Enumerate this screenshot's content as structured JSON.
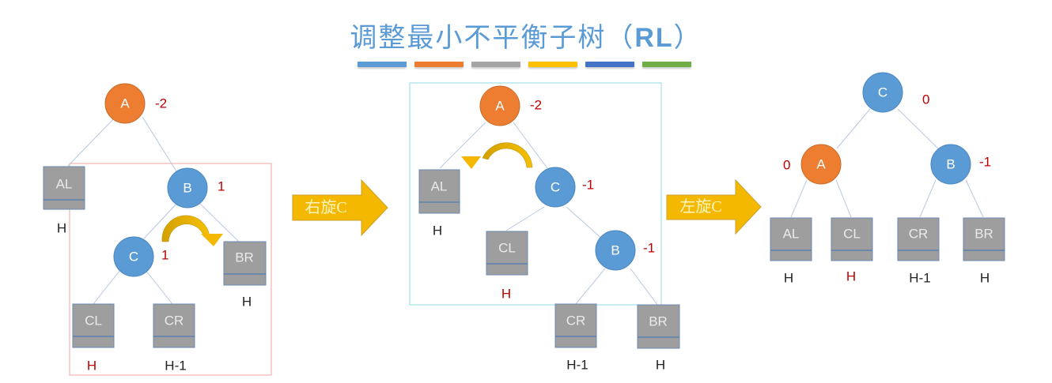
{
  "title": {
    "main": "调整最小不平衡子树（",
    "suffix": "RL",
    "close": "）"
  },
  "color_bars": [
    "#5b9bd5",
    "#ed7d31",
    "#a5a5a5",
    "#ffc000",
    "#4472c4",
    "#70ad47"
  ],
  "colors": {
    "orange_node": "#ed7d31",
    "blue_node": "#5b9bd5",
    "subtree_box": "#9e9e9e",
    "balance_factor": "#c00000",
    "rotate_arrow": "#f5b800",
    "highlight_box_red": "#f4a0a0",
    "highlight_box_cyan": "#8fd8e8"
  },
  "stage1": {
    "nodes": [
      {
        "id": "A",
        "label": "A",
        "bf": "-2",
        "color": "orange"
      },
      {
        "id": "B",
        "label": "B",
        "bf": "1",
        "color": "blue"
      },
      {
        "id": "C",
        "label": "C",
        "bf": "1",
        "color": "blue"
      }
    ],
    "subtrees": [
      {
        "label": "AL",
        "height": "H",
        "height_color": "black"
      },
      {
        "label": "BR",
        "height": "H",
        "height_color": "black"
      },
      {
        "label": "CL",
        "height": "H",
        "height_color": "red"
      },
      {
        "label": "CR",
        "height": "H-1",
        "height_color": "black"
      }
    ]
  },
  "arrow1": {
    "label": "右旋C"
  },
  "stage2": {
    "nodes": [
      {
        "id": "A",
        "label": "A",
        "bf": "-2",
        "color": "orange"
      },
      {
        "id": "C",
        "label": "C",
        "bf": "-1",
        "color": "blue"
      },
      {
        "id": "B",
        "label": "B",
        "bf": "-1",
        "color": "blue"
      }
    ],
    "subtrees": [
      {
        "label": "AL",
        "height": "H",
        "height_color": "black"
      },
      {
        "label": "CL",
        "height": "H",
        "height_color": "red"
      },
      {
        "label": "CR",
        "height": "H-1",
        "height_color": "black"
      },
      {
        "label": "BR",
        "height": "H",
        "height_color": "black"
      }
    ]
  },
  "arrow2": {
    "label": "左旋C"
  },
  "stage3": {
    "nodes": [
      {
        "id": "C",
        "label": "C",
        "bf": "0",
        "color": "blue"
      },
      {
        "id": "A",
        "label": "A",
        "bf": "0",
        "color": "orange"
      },
      {
        "id": "B",
        "label": "B",
        "bf": "-1",
        "color": "blue"
      }
    ],
    "subtrees": [
      {
        "label": "AL",
        "height": "H",
        "height_color": "black"
      },
      {
        "label": "CL",
        "height": "H",
        "height_color": "red"
      },
      {
        "label": "CR",
        "height": "H-1",
        "height_color": "black"
      },
      {
        "label": "BR",
        "height": "H",
        "height_color": "black"
      }
    ]
  }
}
